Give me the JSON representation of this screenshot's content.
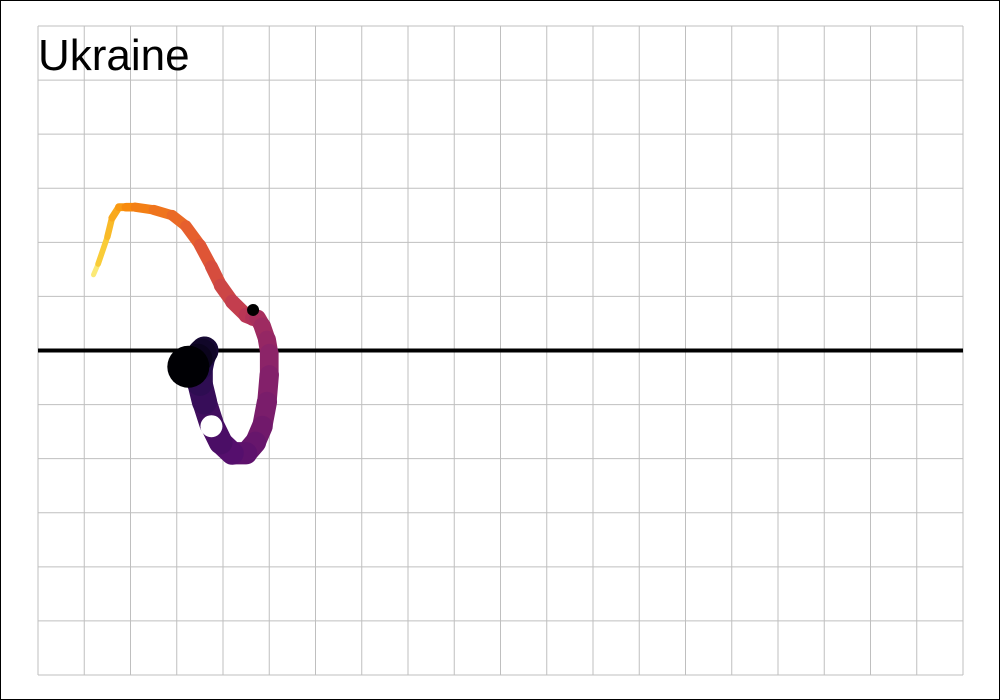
{
  "chart_data": {
    "type": "line",
    "title": "Ukraine",
    "xlabel": "",
    "ylabel": "",
    "grid": true,
    "grid_color": "#bfbfbf",
    "xlim": [
      0,
      20
    ],
    "ylim": [
      -6,
      6
    ],
    "baseline_y": 0,
    "baseline_color": "#000000",
    "colormap": "inferno",
    "series": [
      {
        "x": [
          1.2,
          1.3,
          1.5,
          1.6,
          1.75,
          1.9,
          2.1,
          2.5,
          2.9,
          3.2,
          3.5,
          3.75,
          3.95,
          4.2,
          4.5,
          4.65,
          4.75,
          4.85,
          4.95,
          5.0,
          5.0,
          4.95,
          4.85,
          4.7,
          4.5,
          4.2,
          3.95,
          3.75,
          3.6,
          3.5,
          3.5,
          3.55,
          3.6,
          3.55,
          3.45,
          3.35,
          3.25
        ],
        "y": [
          1.4,
          1.6,
          2.1,
          2.45,
          2.65,
          2.65,
          2.65,
          2.6,
          2.5,
          2.3,
          1.95,
          1.55,
          1.2,
          0.9,
          0.65,
          0.6,
          0.6,
          0.45,
          0.2,
          -0.05,
          -0.45,
          -0.95,
          -1.4,
          -1.7,
          -1.9,
          -1.9,
          -1.7,
          -1.35,
          -0.95,
          -0.6,
          -0.3,
          -0.1,
          0.0,
          -0.05,
          -0.15,
          -0.25,
          -0.3
        ]
      }
    ],
    "start_point": {
      "x": 4.65,
      "y": 0.75,
      "color": "#000000"
    },
    "end_point": {
      "x": 3.75,
      "y": -1.4,
      "color": "#ffffff"
    }
  }
}
